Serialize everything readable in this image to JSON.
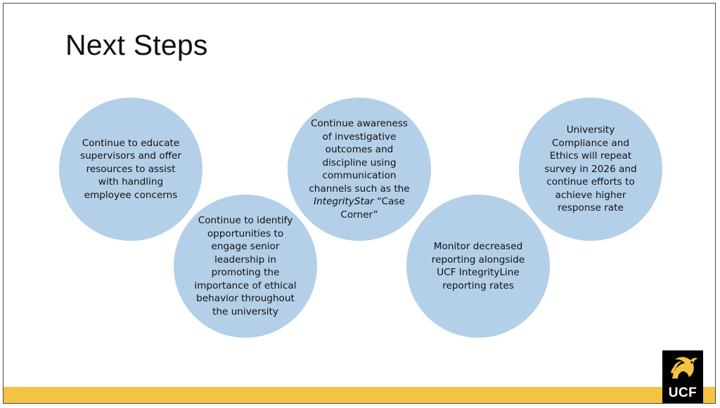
{
  "slide": {
    "title": "Next Steps",
    "circles": [
      {
        "text": "Continue to educate supervisors and offer resources to assist with handling employee concerns"
      },
      {
        "text": "Continue to identify opportunities to engage senior leadership in promoting the importance of ethical behavior throughout the university"
      },
      {
        "text_before": "Continue awareness of investigative outcomes and discipline using communication channels such as the ",
        "text_italic": "IntegrityStar",
        "text_after": " “Case Corner”"
      },
      {
        "text": "Monitor decreased reporting alongside UCF IntegrityLine reporting rates"
      },
      {
        "text": "University Compliance and Ethics will repeat survey in 2026 and continue efforts to achieve higher response rate"
      }
    ],
    "logo": {
      "text": "UCF",
      "icon": "pegasus-icon"
    },
    "colors": {
      "circle": "#b4cfe8",
      "band": "#f6c244",
      "logo_bg": "#000000",
      "logo_gold": "#f6c244"
    }
  }
}
